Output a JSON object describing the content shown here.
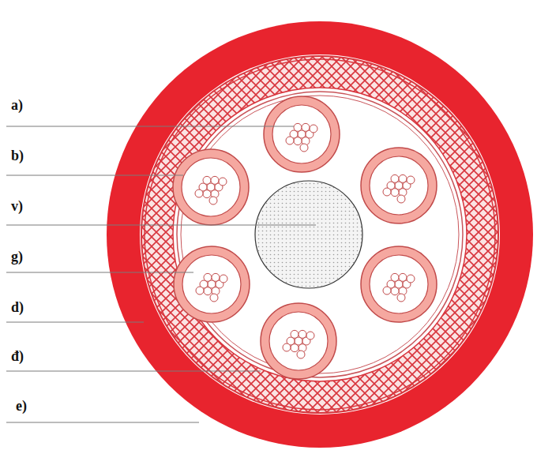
{
  "diagram": {
    "labels": [
      "a)",
      "b)",
      "v)",
      "g)",
      "d)",
      "đ)",
      "e)"
    ]
  }
}
